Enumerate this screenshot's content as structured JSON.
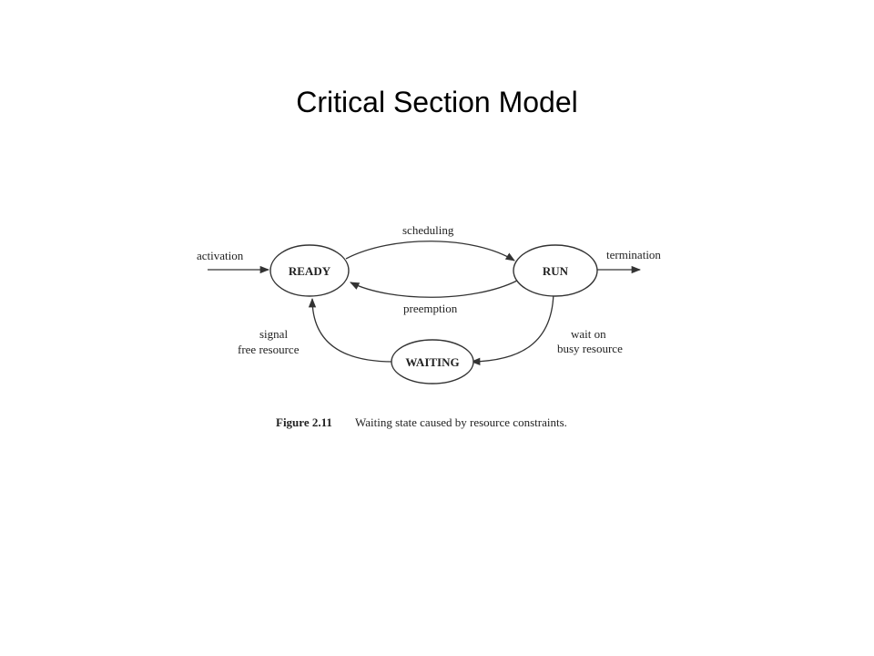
{
  "slide": {
    "title": "Critical Section Model"
  },
  "diagram": {
    "nodes": {
      "ready": "READY",
      "run": "RUN",
      "waiting": "WAITING"
    },
    "edges": {
      "activation": "activation",
      "termination": "termination",
      "scheduling": "scheduling",
      "preemption": "preemption",
      "signal_line1": "signal",
      "signal_line2": "free resource",
      "wait_line1": "wait on",
      "wait_line2": "busy resource"
    },
    "caption": {
      "number": "Figure 2.11",
      "text": "Waiting state caused by resource constraints."
    }
  }
}
